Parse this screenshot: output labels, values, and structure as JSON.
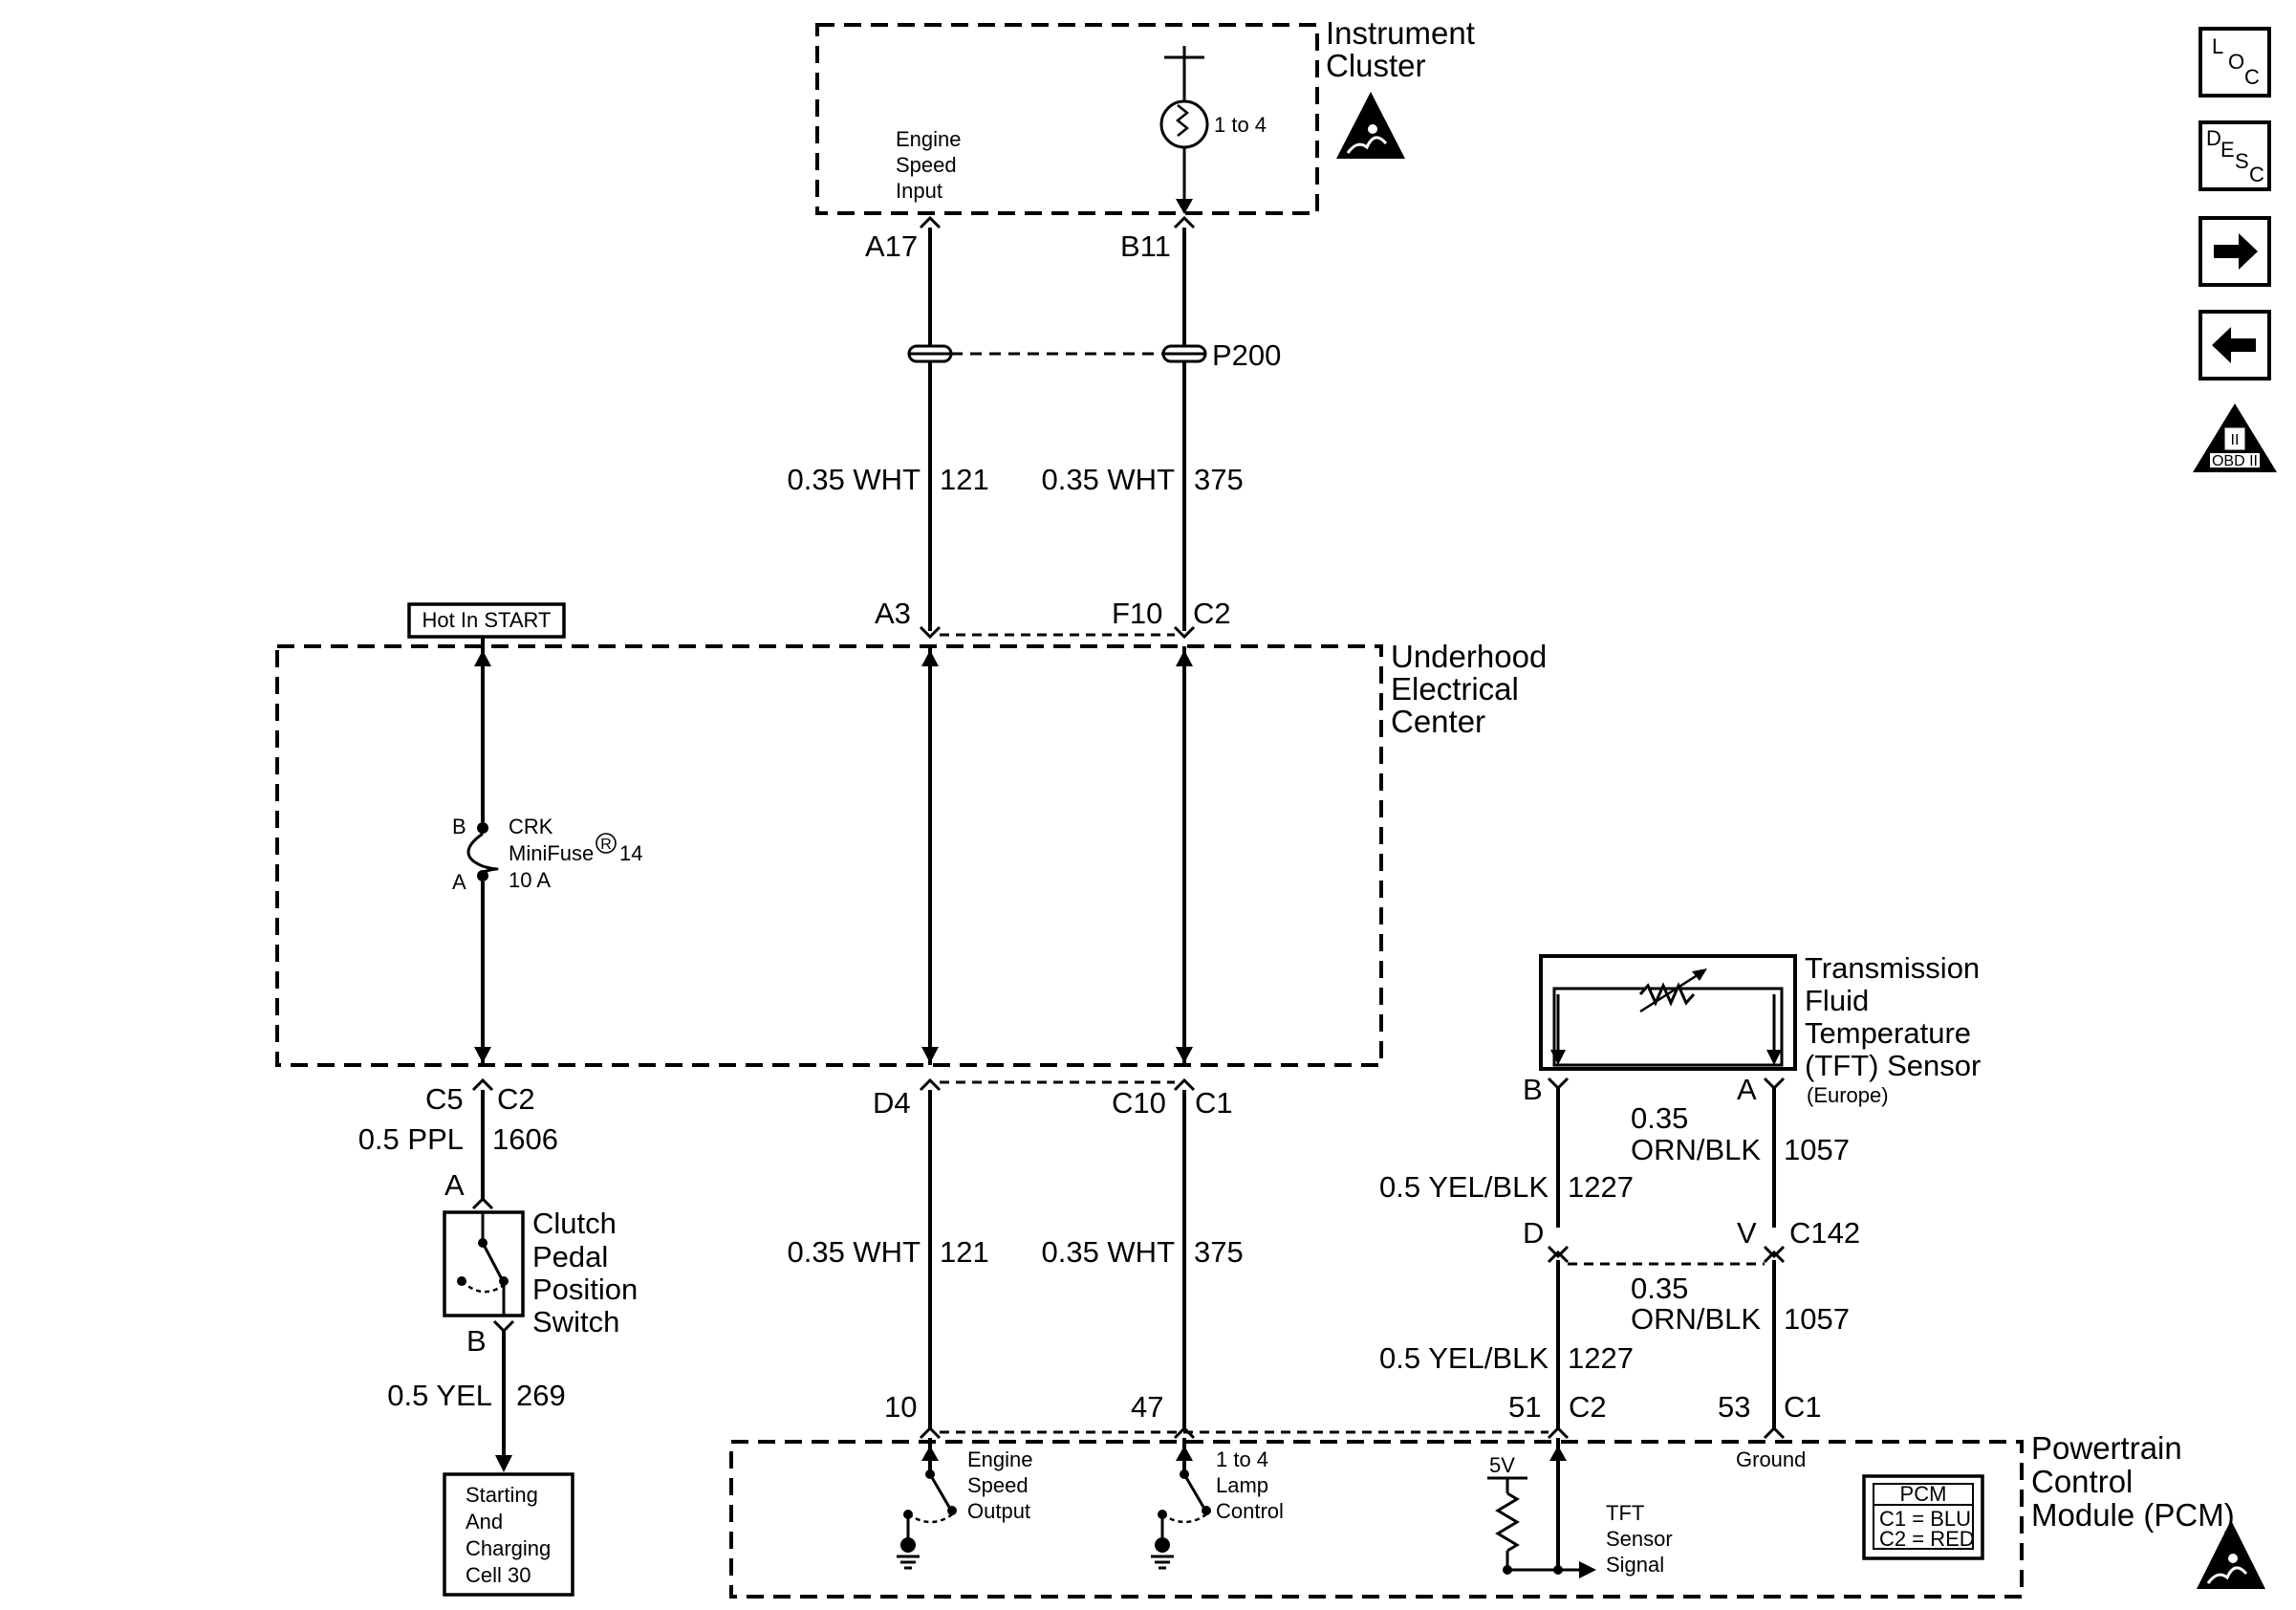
{
  "instrument_cluster": {
    "title_line1": "Instrument",
    "title_line2": "Cluster",
    "input_line1": "Engine",
    "input_line2": "Speed",
    "input_line3": "Input",
    "lamp_label": "1 to 4",
    "pin_a17": "A17",
    "pin_b11": "B11"
  },
  "splice": {
    "label": "P200"
  },
  "upper_wires": [
    {
      "spec": "0.35 WHT",
      "circuit": "121"
    },
    {
      "spec": "0.35 WHT",
      "circuit": "375"
    }
  ],
  "underhood": {
    "title_line1": "Underhood",
    "title_line2": "Electrical",
    "title_line3": "Center",
    "hot_label": "Hot In START",
    "fuse_pin_b": "B",
    "fuse_pin_a": "A",
    "fuse_line1": "CRK",
    "fuse_line2": "MiniFuse",
    "fuse_reg": "R",
    "fuse_num": "14",
    "fuse_line3": "10 A",
    "pin_a3": "A3",
    "pin_f10": "F10",
    "conn_c2_top": "C2",
    "pin_c5": "C5",
    "conn_c2_bottom": "C2",
    "pin_d4": "D4",
    "pin_c10": "C10",
    "conn_c1": "C1"
  },
  "clutch": {
    "wire_spec": "0.5 PPL",
    "wire_circuit": "1606",
    "pin_a": "A",
    "pin_b": "B",
    "title_line1": "Clutch",
    "title_line2": "Pedal",
    "title_line3": "Position",
    "title_line4": "Switch",
    "out_spec": "0.5 YEL",
    "out_circuit": "269"
  },
  "starting_ref": {
    "line1": "Starting",
    "line2": "And",
    "line3": "Charging",
    "line4": "Cell 30"
  },
  "lower_wires": [
    {
      "spec": "0.35 WHT",
      "circuit": "121"
    },
    {
      "spec": "0.35 WHT",
      "circuit": "375"
    }
  ],
  "tft": {
    "title_line1": "Transmission",
    "title_line2": "Fluid",
    "title_line3": "Temperature",
    "title_line4": "(TFT) Sensor",
    "region": "(Europe)",
    "pin_b": "B",
    "pin_a": "A",
    "wire_b_spec": "0.5 YEL/BLK",
    "wire_b_circuit": "1227",
    "wire_a_spec_line1": "0.35",
    "wire_a_spec_line2": "ORN/BLK",
    "wire_a_circuit": "1057",
    "pin_d": "D",
    "pin_v": "V",
    "conn_c142": "C142",
    "lower_b_spec": "0.5 YEL/BLK",
    "lower_b_circuit": "1227",
    "lower_a_spec_line1": "0.35",
    "lower_a_spec_line2": "ORN/BLK",
    "lower_a_circuit": "1057"
  },
  "pcm": {
    "title_line1": "Powertrain",
    "title_line2": "Control",
    "title_line3": "Module (PCM)",
    "pin_10": "10",
    "pin_47": "47",
    "pin_51": "51",
    "conn_c2": "C2",
    "pin_53": "53",
    "conn_c1": "C1",
    "eso_line1": "Engine",
    "eso_line2": "Speed",
    "eso_line3": "Output",
    "lamp_line1": "1 to 4",
    "lamp_line2": "Lamp",
    "lamp_line3": "Control",
    "ref_voltage": "5V",
    "sig_line1": "TFT",
    "sig_line2": "Sensor",
    "sig_line3": "Signal",
    "ground_label": "Ground",
    "legend_title": "PCM",
    "legend_c1": "C1 = BLU",
    "legend_c2": "C2 = RED"
  },
  "nav": {
    "loc": {
      "l": "L",
      "o": "O",
      "c": "C"
    },
    "desc": {
      "d": "D",
      "e": "E",
      "s": "S",
      "c": "C"
    },
    "obd_numeral": "II",
    "obd_label": "OBD II",
    "icons": [
      "loc-icon",
      "desc-icon",
      "arrow-right-icon",
      "arrow-left-icon",
      "obd-ii-icon"
    ]
  }
}
